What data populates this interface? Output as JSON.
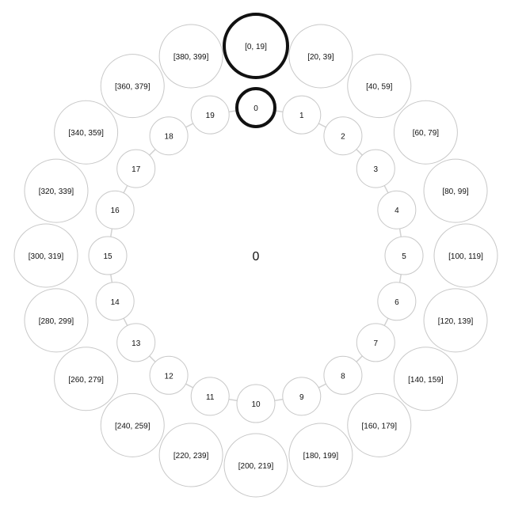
{
  "center_value": "0",
  "selected_index": 0,
  "colors": {
    "circle_stroke": "#c8c8c8",
    "selected_stroke": "#111111",
    "connector": "#d2d2d2",
    "background": "#ffffff",
    "text": "#111111"
  },
  "inner_ring": [
    "0",
    "1",
    "2",
    "3",
    "4",
    "5",
    "6",
    "7",
    "8",
    "9",
    "10",
    "11",
    "12",
    "13",
    "14",
    "15",
    "16",
    "17",
    "18",
    "19"
  ],
  "outer_ring": [
    "[0, 19]",
    "[20, 39]",
    "[40, 59]",
    "[60, 79]",
    "[80, 99]",
    "[100, 119]",
    "[120, 139]",
    "[140, 159]",
    "[160, 179]",
    "[180, 199]",
    "[200, 219]",
    "[220, 239]",
    "[240, 259]",
    "[260, 279]",
    "[280, 299]",
    "[300, 319]",
    "[320, 339]",
    "[340, 359]",
    "[360, 379]",
    "[380, 399]"
  ]
}
